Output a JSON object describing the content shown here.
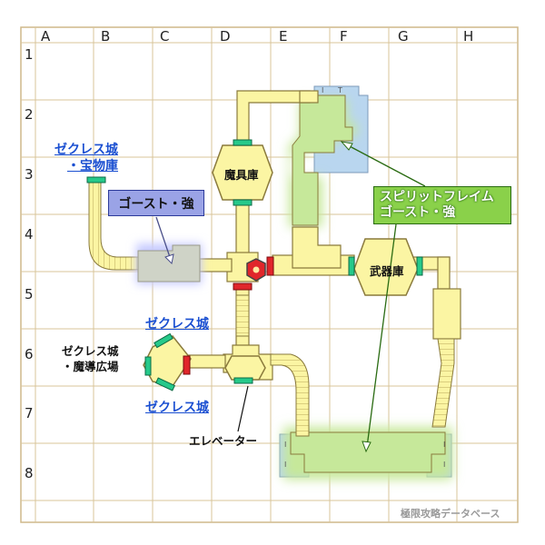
{
  "grid": {
    "columns": [
      "A",
      "B",
      "C",
      "D",
      "E",
      "F",
      "G",
      "H"
    ],
    "rows": [
      "1",
      "2",
      "3",
      "4",
      "5",
      "6",
      "7",
      "8"
    ]
  },
  "links": {
    "treasury": "ゼクレス城\n・宝物庫",
    "north": "ゼクレス城",
    "south": "ゼクレス城"
  },
  "labels": {
    "magic_plaza": "ゼクレス城\n・魔導広場",
    "magic_tool_room": "魔具庫",
    "weapon_room": "武器庫",
    "elevator": "エレベーター"
  },
  "enemy_tags": {
    "ghost": "ゴースト・強",
    "spirit_line1": "スピリットフレイム",
    "spirit_line2": "ゴースト・強"
  },
  "watermark": "極限攻略データベース",
  "colors": {
    "corridor": "#fbf5a3",
    "corridor_border": "#8a7a3c",
    "green_zone": "#c6e89a",
    "water": "#b9d6ef",
    "door_green": "#26c98a",
    "door_red": "#e0262b",
    "ghost_zone": "#cfd3c7",
    "ghost_glow": "#c7cbff"
  }
}
